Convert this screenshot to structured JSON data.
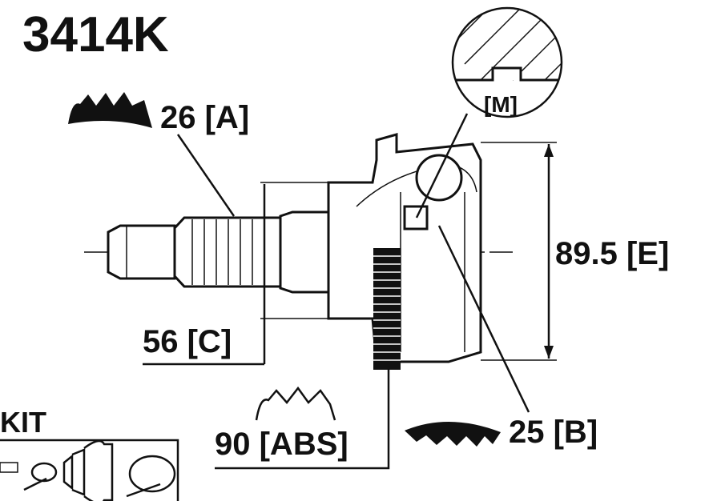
{
  "title": "3414K",
  "labels": {
    "a": "26 [A]",
    "m": "[M]",
    "e": "89.5 [E]",
    "c": "56 [C]",
    "abs": "90 [ABS]",
    "b": "25 [B]",
    "kit": "KIT"
  }
}
